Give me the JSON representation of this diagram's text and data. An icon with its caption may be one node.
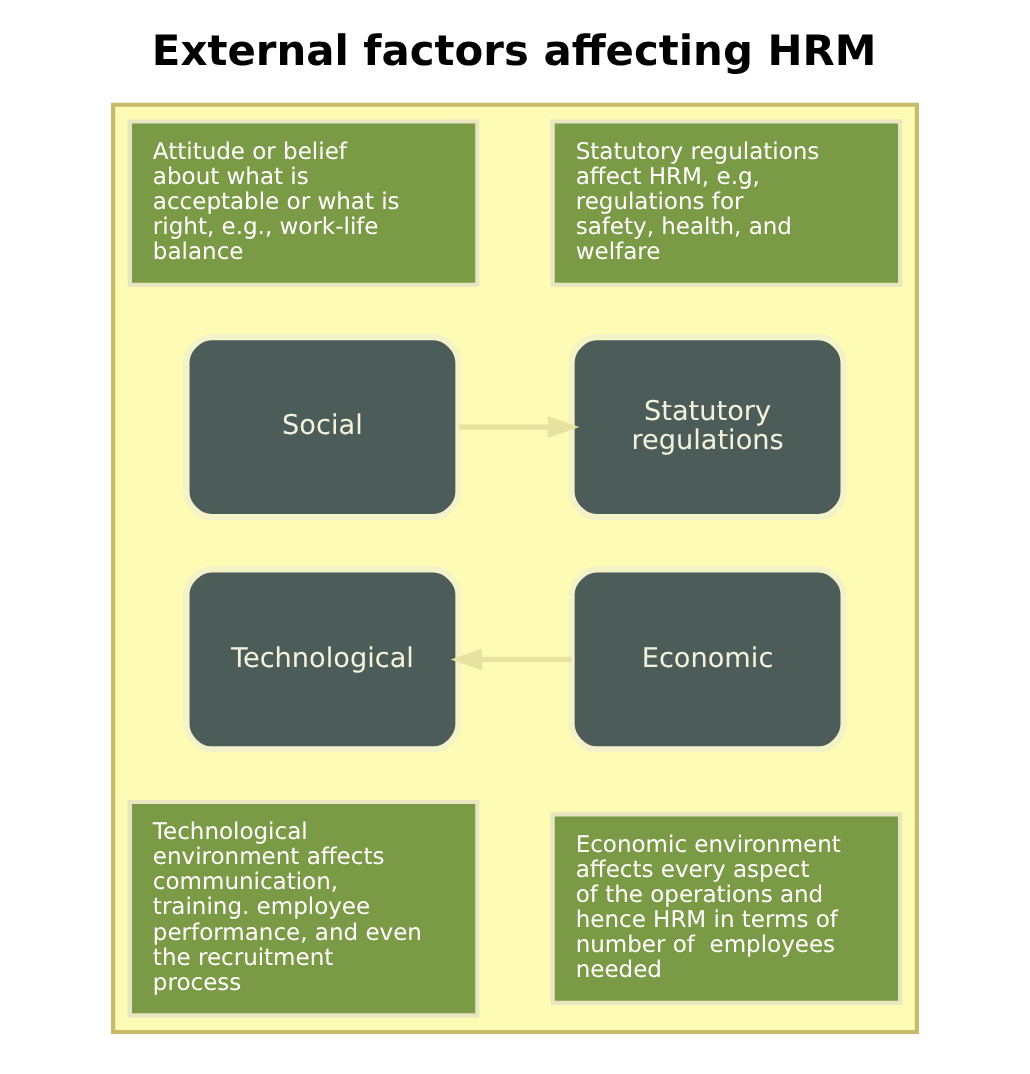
{
  "diagram": {
    "title": "External factors affecting HRM",
    "nodes": [
      {
        "text": [],
        "shape": "box"
      },
      {
        "text": [
          "Attitude or belief about what is acceptable or what is right, e.g., work-life balance"
        ],
        "in": 0
      },
      {
        "text": [
          "Statutory regulations affect HRM, e.g, regulations for safety, health, and welfare"
        ],
        "in": 0
      },
      {
        "text": [
          "Social"
        ],
        "in": 0
      },
      {
        "text": [
          "Statutory regulations"
        ],
        "in": 0
      },
      {
        "text": [
          "Technological"
        ],
        "in": 0
      },
      {
        "text": [
          "Economic"
        ],
        "in": 0
      },
      {
        "text": [
          "Technological environment affects communication, training. employee performance, and even the recruitment process"
        ],
        "in": 0
      },
      {
        "text": [
          "Economic environment affects every aspect of the operations and hence HRM in terms of number of  employees needed"
        ],
        "in": 0
      }
    ],
    "edges": [
      {
        "from": 3,
        "to": 4,
        "arrow": "to"
      },
      {
        "from": 6,
        "to": 5,
        "arrow": "to"
      }
    ]
  }
}
